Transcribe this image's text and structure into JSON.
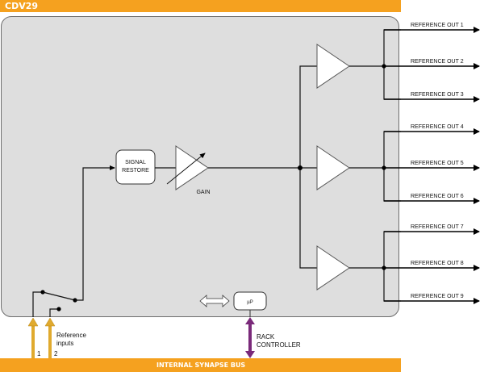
{
  "title": "CDV29",
  "bus_label": "INTERNAL SYNAPSE BUS",
  "blocks": {
    "signal_restore": [
      "SIGNAL",
      "RESTORE"
    ],
    "gain": "GAIN",
    "microprocessor": "µP"
  },
  "inputs": {
    "label_lines": [
      "Reference",
      "inputs"
    ],
    "numbers": [
      "1",
      "2"
    ]
  },
  "rack_controller": [
    "RACK",
    "CONTROLLER"
  ],
  "outputs": [
    "REFERENCE OUT 1",
    "REFERENCE OUT 2",
    "REFERENCE OUT 3",
    "REFERENCE OUT 4",
    "REFERENCE OUT 5",
    "REFERENCE OUT 6",
    "REFERENCE OUT 7",
    "REFERENCE OUT 8",
    "REFERENCE OUT 9"
  ],
  "colors": {
    "accent": "#f5a11f",
    "input_arrow": "#e0aa2e",
    "controller_arrow": "#7a2a7a",
    "panel": "#dedede"
  }
}
